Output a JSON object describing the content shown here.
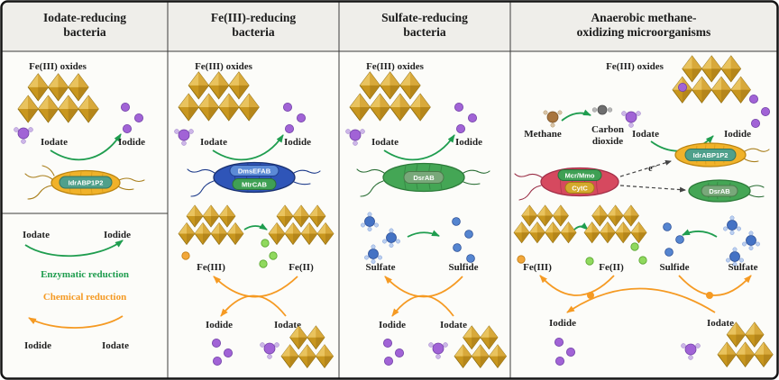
{
  "p1": {
    "title1": "Iodate-reducing",
    "title2": "bacteria",
    "fe_oxides": "Fe(III) oxides",
    "iodate": "Iodate",
    "iodide": "Iodide",
    "enzyme_pill": "IdrABP1P2",
    "leg_iodate": "Iodate",
    "leg_iodide": "Iodide",
    "enzymatic": "Enzymatic reduction",
    "chemical": "Chemical reduction",
    "leg_iodide2": "Iodide",
    "leg_iodate2": "Iodate"
  },
  "p2": {
    "title1": "Fe(III)-reducing",
    "title2": "bacteria",
    "fe_oxides": "Fe(III) oxides",
    "iodate": "Iodate",
    "iodide": "Iodide",
    "pill_top": "DmsEFAB",
    "pill_bottom": "MtrCAB",
    "fe3": "Fe(III)",
    "fe2": "Fe(II)",
    "bot_iodide": "Iodide",
    "bot_iodate": "Iodate"
  },
  "p3": {
    "title1": "Sulfate-reducing",
    "title2": "bacteria",
    "fe_oxides": "Fe(III) oxides",
    "iodate": "Iodate",
    "iodide": "Iodide",
    "pill": "DsrAB",
    "sulfate": "Sulfate",
    "sulfide": "Sulfide",
    "bot_iodide": "Iodide",
    "bot_iodate": "Iodate"
  },
  "p4": {
    "title1": "Anaerobic methane-",
    "title2": "oxidizing microorganisms",
    "fe_oxides": "Fe(III) oxides",
    "methane": "Methane",
    "carbon": "Carbon",
    "dioxide": "dioxide",
    "iodate": "Iodate",
    "iodide": "Iodide",
    "pill_mcr": "Mcr/Mmo",
    "pill_cytc": "CytC",
    "pill_idr": "IdrABP1P2",
    "pill_dsr": "DsrAB",
    "electron": "e⁻",
    "fe3": "Fe(III)",
    "fe2": "Fe(II)",
    "sulfide": "Sulfide",
    "sulfate": "Sulfate",
    "bot_iodide": "Iodide",
    "bot_iodate": "Iodate"
  },
  "colors": {
    "enzymatic_green": "#1f9d4f",
    "chemical_orange": "#f59a23",
    "crystal_gold": "#c8961e",
    "iodine_purple": "#a163d6",
    "sulfur_blue": "#4472c4"
  }
}
